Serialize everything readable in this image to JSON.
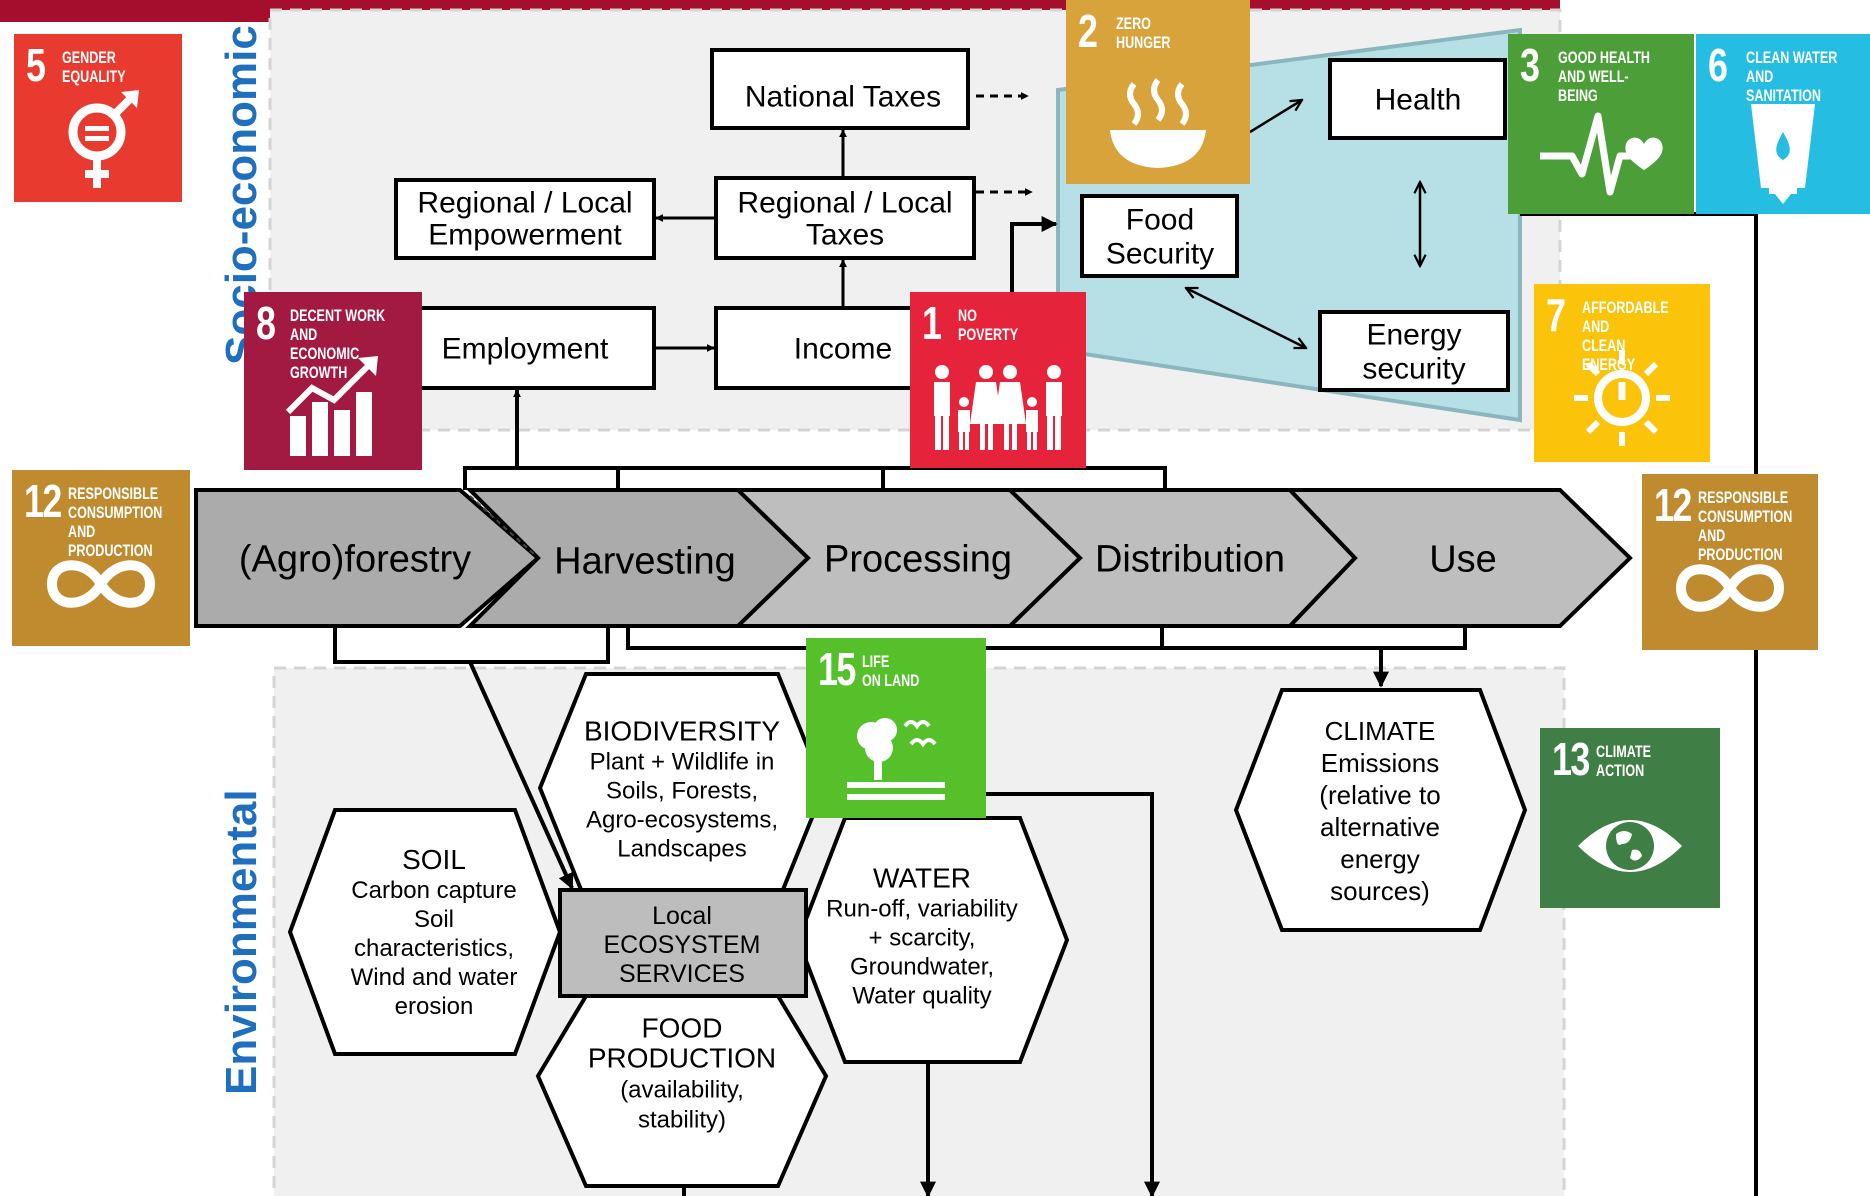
{
  "section_labels": {
    "socio_economic": "Socio-economic",
    "environmental": "Environmental"
  },
  "socio_boxes": {
    "national_taxes": "National Taxes",
    "regional_taxes": "Regional / Local\nTaxes",
    "regional_empowerment": "Regional / Local\nEmpowerment",
    "employment": "Employment",
    "income": "Income",
    "food_security": "Food\nSecurity",
    "health": "Health",
    "energy_security": "Energy\nsecurity"
  },
  "value_chain": {
    "steps": [
      "(Agro)forestry",
      "Harvesting",
      "Processing",
      "Distribution",
      "Use"
    ]
  },
  "environmental": {
    "soil": "SOIL\nCarbon capture\nSoil\ncharacteristics,\nWind and water\nerosion",
    "biodiversity": "BIODIVERSITY\nPlant + Wildlife in\nSoils, Forests,\nAgro-ecosystems,\nLandscapes",
    "ecosystem": "Local\nECOSYSTEM\nSERVICES",
    "water": "WATER\nRun-off, variability\n+ scarcity,\nGroundwater,\nWater quality",
    "food_production": "FOOD\nPRODUCTION\n(availability,\nstability)",
    "climate": "CLIMATE\nEmissions\n(relative to\nalternative\nenergy\nsources)"
  },
  "sdg_tiles": {
    "sdg5": {
      "num": "5",
      "label": "GENDER\nEQUALITY",
      "color": "#e83a2f",
      "icon": "gender-equality-icon"
    },
    "sdg2": {
      "num": "2",
      "label": "ZERO\nHUNGER",
      "color": "#d8a33a",
      "icon": "bowl-icon"
    },
    "sdg3": {
      "num": "3",
      "label": "GOOD HEALTH\nAND WELL-BEING",
      "color": "#4c9f38",
      "icon": "heartbeat-icon"
    },
    "sdg6": {
      "num": "6",
      "label": "CLEAN WATER\nAND SANITATION",
      "color": "#26bde2",
      "icon": "water-glass-icon"
    },
    "sdg8": {
      "num": "8",
      "label": "DECENT WORK AND\nECONOMIC GROWTH",
      "color": "#a21942",
      "icon": "growth-chart-icon"
    },
    "sdg1": {
      "num": "1",
      "label": "NO\nPOVERTY",
      "color": "#e5243b",
      "icon": "family-icon"
    },
    "sdg7": {
      "num": "7",
      "label": "AFFORDABLE AND\nCLEAN ENERGY",
      "color": "#fcc30b",
      "icon": "sun-power-icon"
    },
    "sdg12_left": {
      "num": "12",
      "label": "RESPONSIBLE\nCONSUMPTION\nAND PRODUCTION",
      "color": "#bf8b2e",
      "icon": "infinity-icon"
    },
    "sdg12_right": {
      "num": "12",
      "label": "RESPONSIBLE\nCONSUMPTION\nAND PRODUCTION",
      "color": "#bf8b2e",
      "icon": "infinity-icon"
    },
    "sdg15": {
      "num": "15",
      "label": "LIFE\nON LAND",
      "color": "#56c02b",
      "icon": "tree-birds-icon"
    },
    "sdg13": {
      "num": "13",
      "label": "CLIMATE\nACTION",
      "color": "#3f7e44",
      "icon": "earth-eye-icon"
    }
  }
}
